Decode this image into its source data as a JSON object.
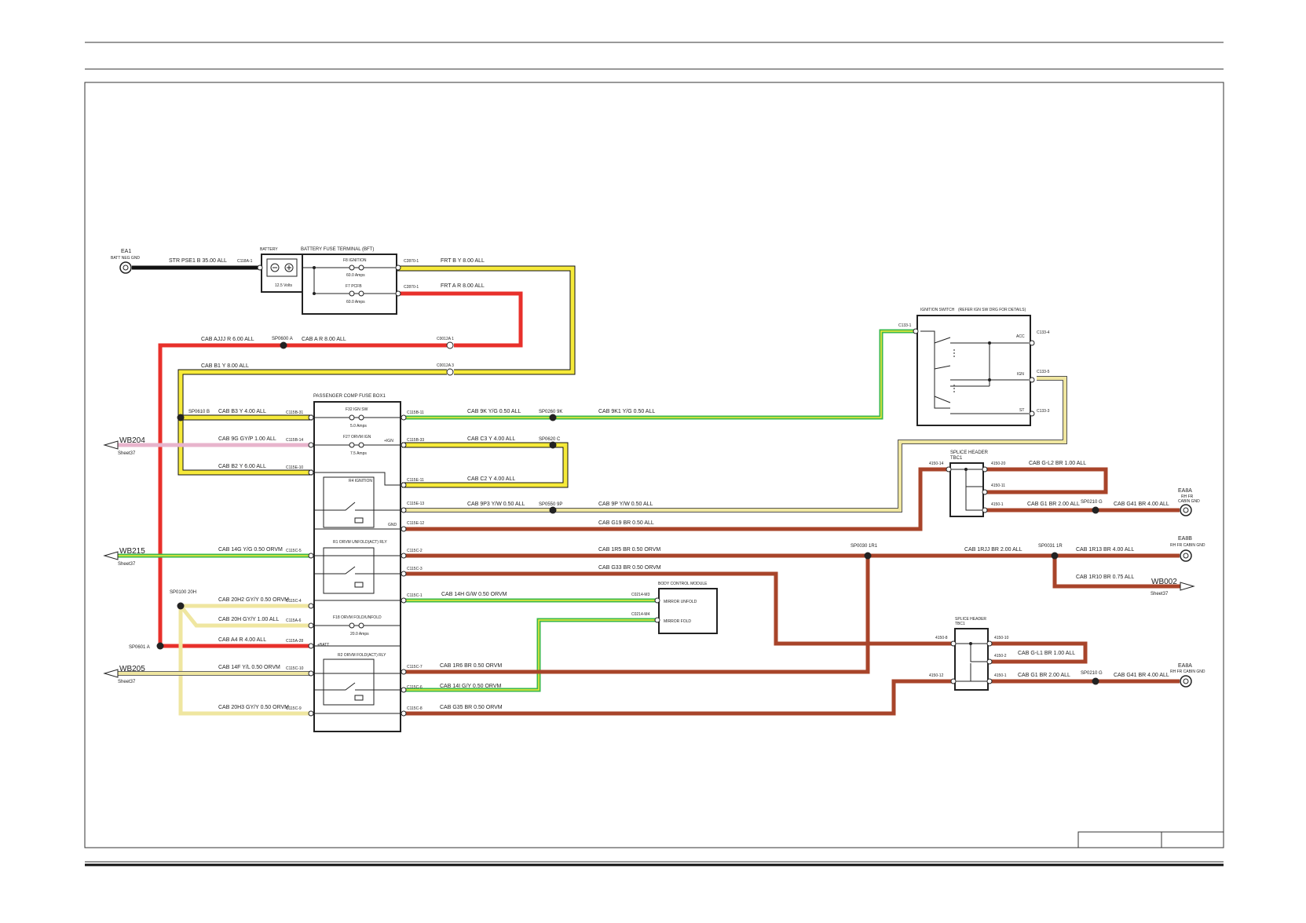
{
  "colors": {
    "black": "#111111",
    "yellow": "#f6ea3a",
    "red": "#e8302b",
    "green": "#3bb84a",
    "greenStripe": "#f6ea3a",
    "pink": "#e8b4cc",
    "brown": "#a8442a",
    "paleYellow": "#efe6a0",
    "frame": "#333333"
  },
  "ground_ea1": {
    "name": "EA1",
    "desc": "BATT NEG GND"
  },
  "battery": {
    "title": "BATTERY",
    "value": "12.5 Volts"
  },
  "bft": {
    "title": "BATTERY FUSE TERMINAL (BFT)",
    "fuse1": "F8 IGNITION",
    "fuse1_rating": "60.0 Amps",
    "fuse2": "F7 PCFB",
    "fuse2_rating": "60.0 Amps"
  },
  "wires": {
    "battery_neg": "STR   PSE1 B 35.00 ALL",
    "frt_b": "FRT   B Y 8.00 ALL",
    "frt_a": "FRT   A R 8.00 ALL",
    "ajjj": "CAB   AJJJ R 6.00 ALL",
    "ar": "CAB   A R 8.00 ALL",
    "b1": "CAB   B1 Y 8.00 ALL",
    "b3": "CAB   B3 Y 4.00 ALL",
    "9g": "CAB   9G GY/P 1.00 ALL",
    "b2": "CAB   B2 Y 6.00 ALL",
    "9k": "CAB   9K Y/G 0.50 ALL",
    "9k1": "CAB   9K1 Y/G 0.50 ALL",
    "c3": "CAB   C3 Y 4.00 ALL",
    "c2": "CAB   C2 Y 4.00 ALL",
    "9p3": "CAB   9P3 Y/W 0.50 ALL",
    "9p": "CAB   9P Y/W 0.50 ALL",
    "g19": "CAB   G19 BR 0.50 ALL",
    "14g": "CAB   14G Y/G 0.50 ORVM",
    "1r5": "CAB   1R5 BR 0.50 ORVM",
    "1rjj": "CAB   1RJJ BR 2.00 ALL",
    "1r13": "CAB   1R13 BR 4.00 ALL",
    "1r10": "CAB   1R10 BR 0.75 ALL",
    "g33": "CAB   G33 BR 0.50 ORVM",
    "14h": "CAB   14H G/W 0.50 ORVM",
    "20h2": "CAB   20H2 GY/Y 0.50 ORVM",
    "20h": "CAB   20H GY/Y 1.00 ALL",
    "a4": "CAB   A4 R 4.00 ALL",
    "14f": "CAB   14F Y/L 0.50 ORVM",
    "1r6": "CAB   1R6 BR 0.50 ORVM",
    "14i": "CAB   14I G/Y 0.50 ORVM",
    "20h3": "CAB   20H3 GY/Y 0.50 ORVM",
    "g35": "CAB   G35 BR 0.50 ORVM",
    "gl2": "CAB   G-L2 BR 1.00 ALL",
    "g1a": "CAB   G1 BR 2.00 ALL",
    "g41a": "CAB   G41 BR 4.00 ALL",
    "gl1": "CAB   G-L1 BR 1.00 ALL",
    "g1b": "CAB   G1 BR 2.00 ALL",
    "g41b": "CAB   G41 BR 4.00 ALL"
  },
  "connectors": {
    "c118a1": "C118A-1",
    "c2870_1": "C2870-1",
    "c2870_1b": "C2870-1",
    "c0012a1": "C0012A 1",
    "c0012a3": "C0012A 3",
    "c115b31": "C115B-31",
    "c115b14": "C115B-14",
    "c115e10": "C115E-10",
    "c115b11": "C115B-11",
    "c115b33": "C115B-33",
    "c115e11": "C115E-11",
    "c115e13": "C115E-13",
    "c115e12": "C115E-12",
    "c115c5": "C115C-5",
    "c115c2": "C115C-2",
    "c115c3": "C115C-3",
    "c115c1": "C115C-1",
    "c115c4": "C115C-4",
    "c115a6": "C115A-6",
    "c115a28": "C115A-28",
    "c115c10": "C115C-10",
    "c115c7": "C115C-7",
    "c115c6": "C115C-6",
    "c115c9": "C115C-9",
    "c115c8": "C115C-8",
    "c0214m3": "C0214-M3",
    "c0214m4": "C0214-M4",
    "c1331": "C133-1",
    "c1334": "C133-4",
    "c1335": "C133-5",
    "c1333": "C133-3",
    "t4150_14": "4150-14",
    "t4150_20": "4150-20",
    "t4150_11": "4150-11",
    "t4150_1": "4150-1",
    "t4150_8": "4150-8",
    "t4150_12": "4150-12",
    "t4150_10": "4150-10",
    "t4150_2": "4150-2",
    "t4150_1b": "4150-1"
  },
  "splices": {
    "sp0600": "SP0600 A",
    "sp0610": "SP0610 B",
    "sp0260": "SP0260 9K",
    "sp0620": "SP0620 C",
    "sp0550": "SP0550 9P",
    "sp0100": "SP0100 20H",
    "sp0601": "SP0601 A",
    "sp0030": "SP0030 1R1",
    "sp0031": "SP0031 1R",
    "sp0210a": "SP0210 G",
    "sp0210b": "SP0210 G"
  },
  "fusebox": {
    "title": "PASSENGER COMP FUSE BOX1",
    "f32": "F32 IGN SW",
    "f32_rating": "5.0 Amps",
    "f27": "F27 ORVM IGN",
    "f27_rating": "7.5 Amps",
    "r_ign": "R4 IGNITION",
    "r_unfold": "R1 ORVM UNFOLD(ACT) RLY",
    "f18": "F18 ORVM FOLD/UNFOLD",
    "f18_rating": "20.0 Amps",
    "r_fold": "R2 ORVM FOLD(ACT) RLY",
    "ign_label": "+IGN",
    "gnd_label": "GND",
    "batt_label": "+BATT"
  },
  "bcm": {
    "title": "BODY CONTROL MODULE",
    "unfold": "MIRROR UNFOLD",
    "fold": "MIRROR FOLD"
  },
  "ignition": {
    "title": "IGNITION SWITCH",
    "note": "(REFER IGN SW DRG FOR DETAILS)",
    "acc": "ACC",
    "ign": "IGN",
    "st": "ST"
  },
  "splice_header_1": {
    "title": "SPLICE HEADER",
    "id": "TBC1"
  },
  "splice_header_2": {
    "title": "SPLICE HEADER",
    "id": "TBC1"
  },
  "offsheet": {
    "wb204": "WB204",
    "wb204_sheet": "Sheet37",
    "wb215": "WB215",
    "wb215_sheet": "Sheet37",
    "wb205": "WB205",
    "wb205_sheet": "Sheet37",
    "wb002": "WB002",
    "wb002_sheet": "Sheet37"
  },
  "grounds_right": {
    "ea8a_1": "EA8A",
    "ea8a_1_desc1": "RH FR",
    "ea8a_1_desc2": "CABIN GND",
    "ea8b": "EA8B",
    "ea8b_desc": "RH FR CABIN GND",
    "ea8a_2": "EA8A",
    "ea8a_2_desc": "RH FR CABIN GND"
  }
}
